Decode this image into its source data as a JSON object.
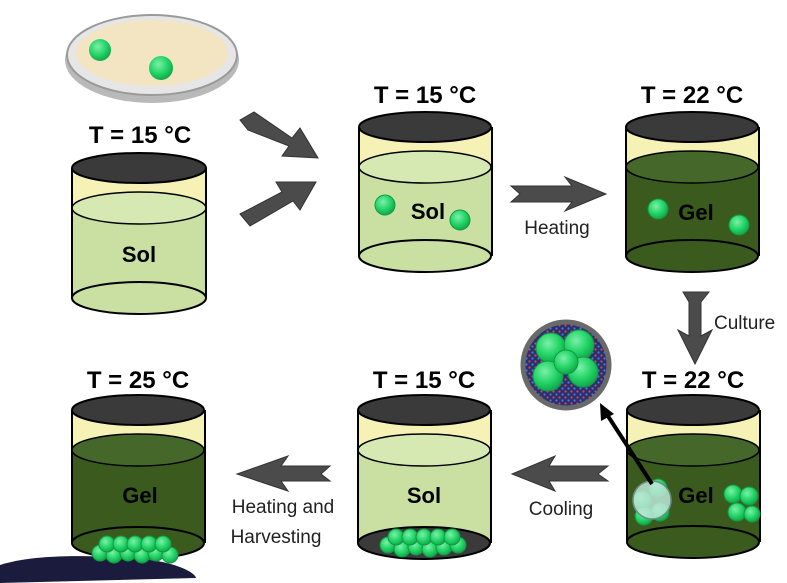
{
  "diagram": {
    "temps": {
      "t1": "T = 15 °C",
      "t2": "T = 15 °C",
      "t3": "T = 22 °C",
      "t4": "T = 22 °C",
      "t5": "T = 15 °C",
      "t6": "T = 25 °C"
    },
    "states": {
      "s1": "Sol",
      "s2": "Sol",
      "s3": "Gel",
      "s4": "Gel",
      "s5": "Sol",
      "s6": "Gel"
    },
    "steps": {
      "heating": "Heating",
      "culture": "Culture",
      "cooling": "Cooling",
      "harvest_line1": "Heating and",
      "harvest_line2": "Harvesting"
    },
    "colors": {
      "sol": "#c9e0a2",
      "gel": "#3b5a1e",
      "lid": "#3a3a3a",
      "cells": "#22d466",
      "arrow": "#4b4b4b",
      "dish": "#f3e5c2"
    }
  }
}
